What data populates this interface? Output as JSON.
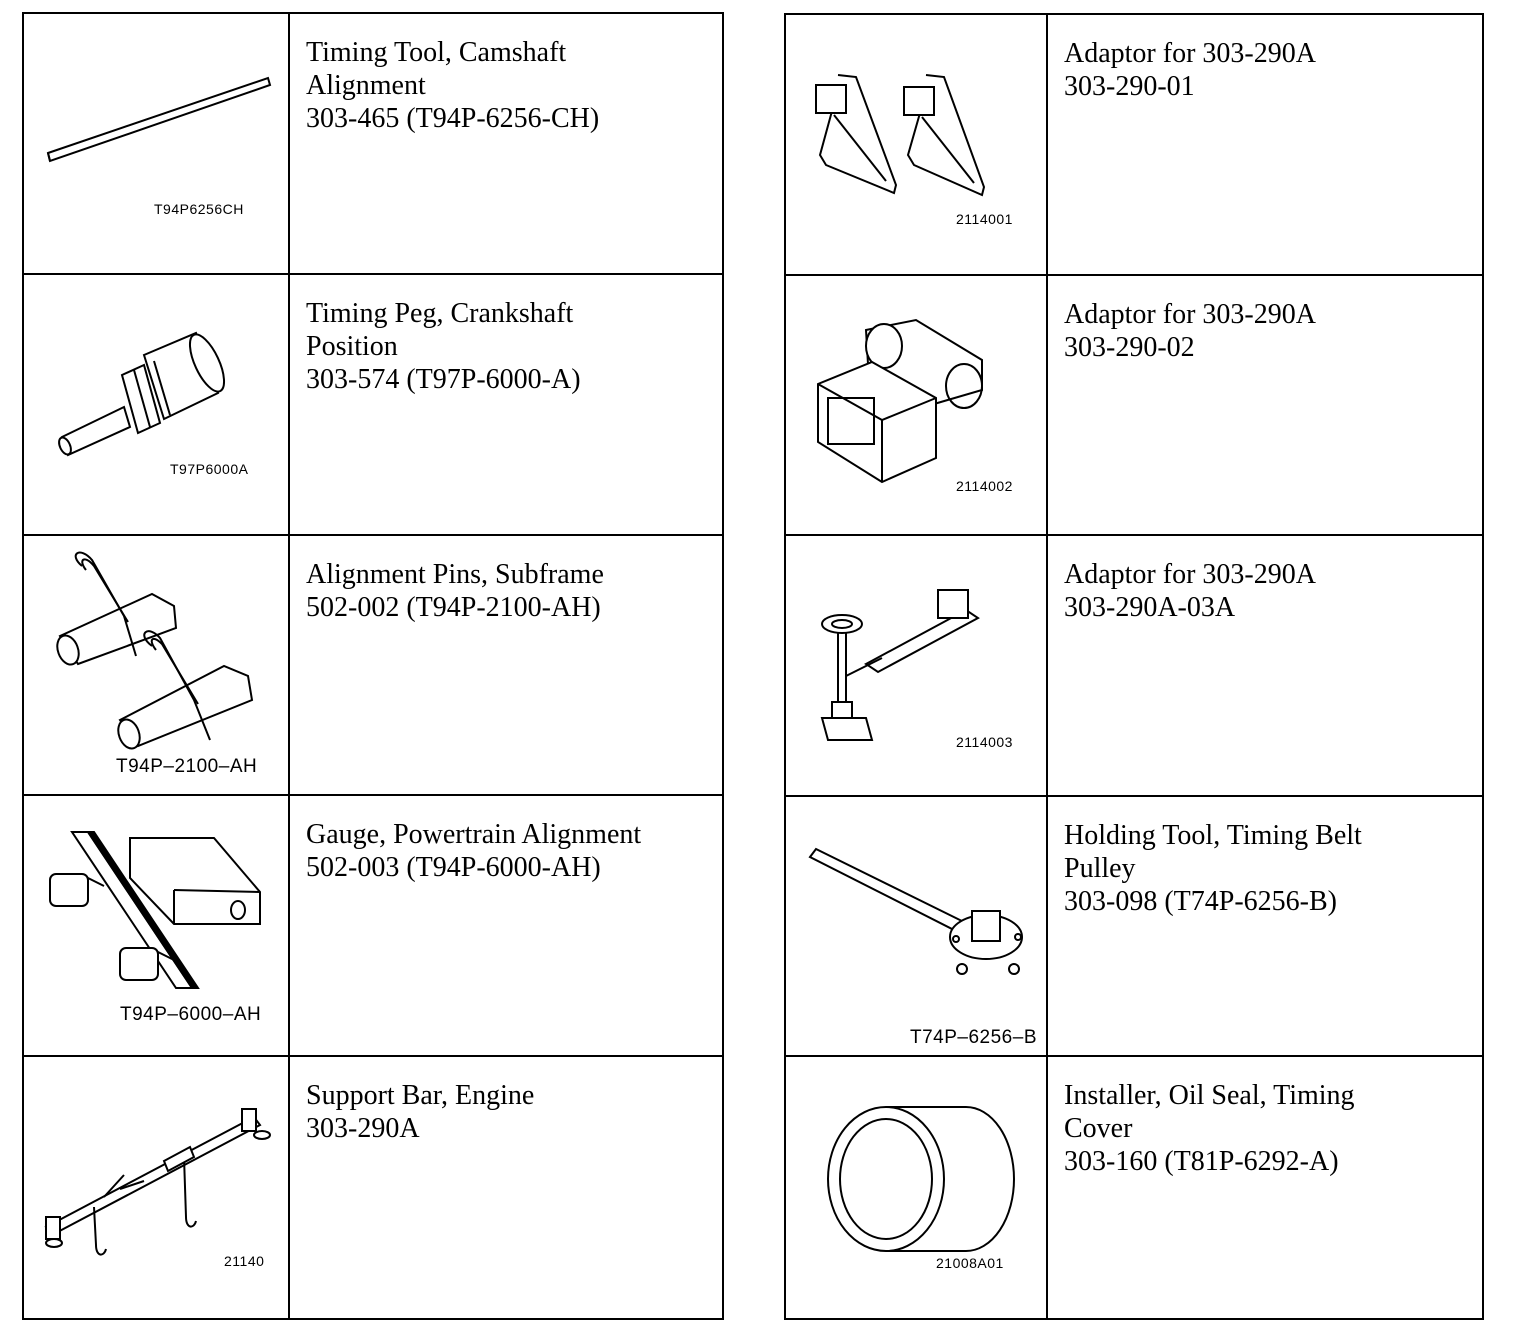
{
  "left_items": [
    {
      "icon": "camshaft-alignment-bar-icon",
      "code": "T94P6256CH",
      "lines": [
        "Timing Tool, Camshaft",
        "Alignment",
        "303-465 (T94P-6256-CH)"
      ]
    },
    {
      "icon": "crankshaft-timing-peg-icon",
      "code": "T97P6000A",
      "lines": [
        "Timing Peg, Crankshaft",
        "Position",
        "303-574 (T97P-6000-A)"
      ]
    },
    {
      "icon": "subframe-alignment-pins-icon",
      "code": "T94P–2100–AH",
      "lines": [
        "Alignment Pins, Subframe",
        "502-002 (T94P-2100-AH)"
      ]
    },
    {
      "icon": "powertrain-alignment-gauge-icon",
      "code": "T94P–6000–AH",
      "lines": [
        "Gauge, Powertrain Alignment",
        "502-003 (T94P-6000-AH)"
      ]
    },
    {
      "icon": "engine-support-bar-icon",
      "code": "21140",
      "lines": [
        "Support Bar, Engine",
        "303-290A"
      ]
    }
  ],
  "right_items": [
    {
      "icon": "adaptor-brackets-icon",
      "code": "2114001",
      "lines": [
        "Adaptor for 303-290A",
        "303-290-01"
      ]
    },
    {
      "icon": "adaptor-square-tube-icon",
      "code": "2114002",
      "lines": [
        "Adaptor for 303-290A",
        "303-290-02"
      ]
    },
    {
      "icon": "adaptor-screw-arm-icon",
      "code": "2114003",
      "lines": [
        "Adaptor for 303-290A",
        "303-290A-03A"
      ]
    },
    {
      "icon": "timing-belt-pulley-holding-tool-icon",
      "code": "T74P–6256–B",
      "lines": [
        "Holding Tool, Timing Belt",
        "Pulley",
        "303-098 (T74P-6256-B)"
      ]
    },
    {
      "icon": "oil-seal-installer-icon",
      "code": "21008A01",
      "lines": [
        "Installer, Oil Seal, Timing",
        "Cover",
        "303-160 (T81P-6292-A)"
      ]
    }
  ]
}
